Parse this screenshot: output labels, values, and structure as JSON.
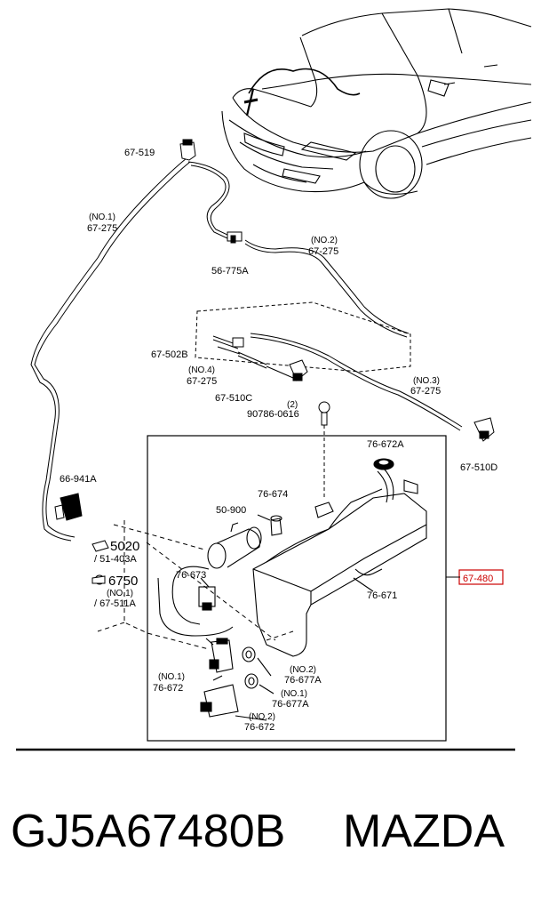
{
  "part_labels": {
    "p67_519": "67-519",
    "no1": "(NO.1)",
    "p67_275_a": "67-275",
    "no2_top": "(NO.2)",
    "p67_275_b": "67-275",
    "p56_775a": "56-775A",
    "p67_502b": "67-502B",
    "no4": "(NO.4)",
    "p67_275_c": "67-275",
    "p67_510c": "67-510C",
    "qty2": "(2)",
    "p90786": "90786-0616",
    "no3": "(NO.3)",
    "p67_275_d": "67-275",
    "p67_510d": "67-510D",
    "p66_941a": "66-941A",
    "p5020": "5020",
    "p51_403a": "/ 51-403A",
    "p6750": "6750",
    "no1_b": "(NO.1)",
    "p67_511a": "/ 67-511A",
    "p76_672a": "76-672A",
    "p76_674": "76-674",
    "p50_900": "50-900",
    "p76_673": "76-673",
    "p76_671": "76-671",
    "p67_480": "67-480",
    "no2_c": "(NO.2)",
    "p76_677a_a": "76-677A",
    "no1_c": "(NO.1)",
    "p76_672_a": "76-672",
    "no1_d": "(NO.1)",
    "p76_677a_b": "76-677A",
    "no2_d": "(NO.2)",
    "p76_672_b": "76-672"
  },
  "caption": {
    "part_number": "GJ5A67480B",
    "brand": "MAZDA"
  },
  "colors": {
    "highlight": "#cc0000",
    "line": "#000000",
    "background": "#ffffff"
  }
}
